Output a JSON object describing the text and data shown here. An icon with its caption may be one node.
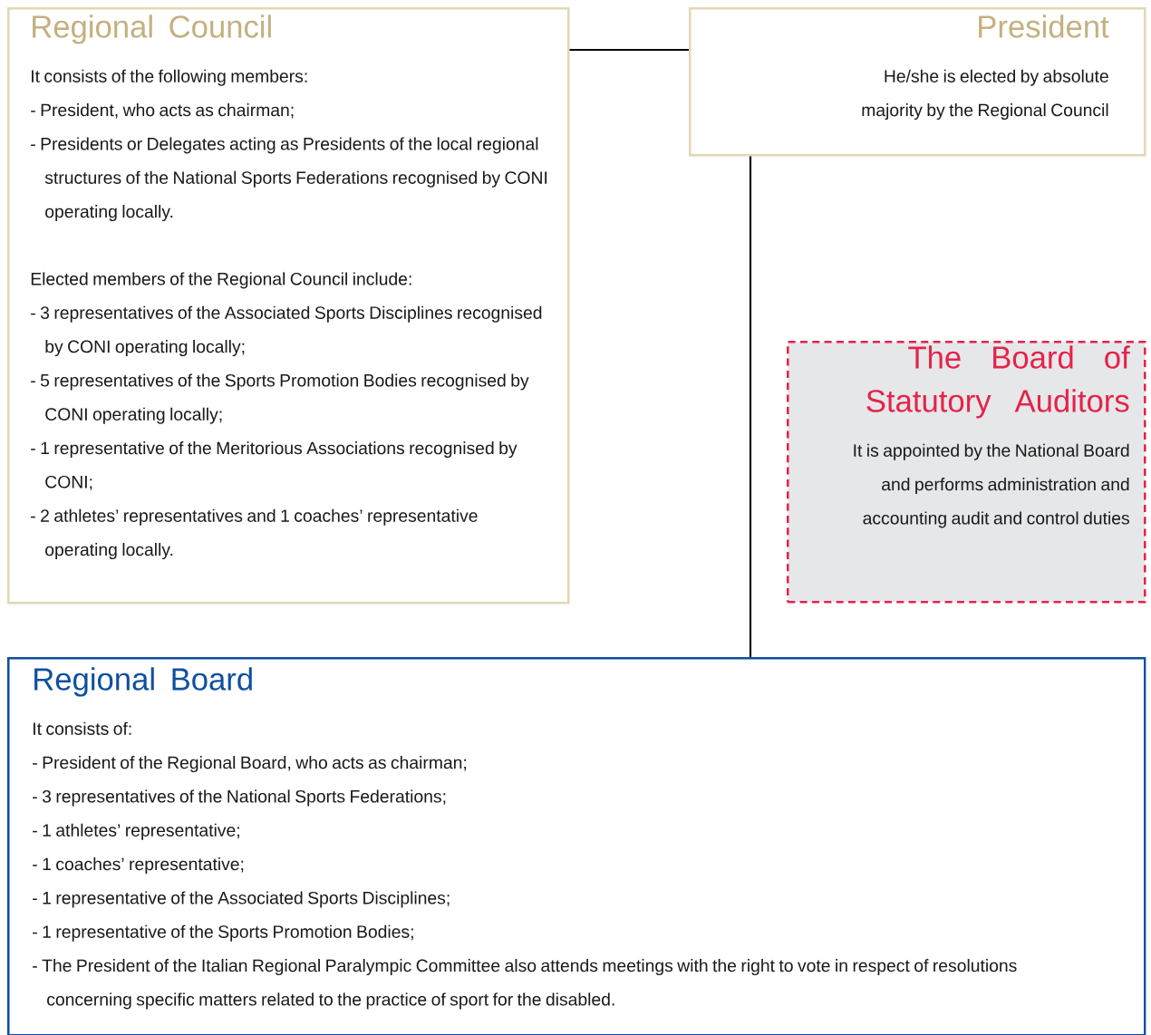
{
  "diagram": {
    "nodes": [
      {
        "text": [
          "Regional Council",
          "It consists of the following members:",
          "- President, who acts as chairman;",
          "- Presidents or Delegates acting as Presidents of the local regional structures of the National Sports Federations recognised by CONI operating locally.",
          "Elected members of the Regional Council include:",
          "- 3 representatives of the Associated Sports Disciplines recognised by CONI operating locally;",
          "- 5 representatives of the Sports Promotion Bodies recognised by CONI operating locally;",
          "- 1 representative of the Meritorious Associations recognised by CONI;",
          "- 2 athletes’ representatives and 1 coaches’ representative operating locally."
        ]
      },
      {
        "text": [
          "President",
          "He/she is elected by absolute majority by the Regional Council"
        ]
      },
      {
        "text": [
          "The Board of Statutory Auditors",
          "It is appointed by the National Board and performs administration and accounting audit and control duties"
        ]
      },
      {
        "text": [
          "Regional Board",
          "It consists of:",
          "- President of the Regional Board, who acts as chairman;",
          "- 3 representatives of the National Sports Federations;",
          "- 1 athletes’ representative;",
          "- 1 coaches’ representative;",
          "- 1 representative of the Associated Sports Disciplines;",
          "- 1 representative of the Sports Promotion Bodies;",
          "- The President of the Italian Regional Paralympic Committee also attends meetings with the right to vote in respect of resolutions concerning specific matters related to the practice of sport for the disabled."
        ]
      }
    ],
    "edges": [
      {
        "from": 0,
        "to": 1,
        "arrow": "none"
      },
      {
        "from": 1,
        "to": 3,
        "arrow": "none"
      }
    ]
  }
}
